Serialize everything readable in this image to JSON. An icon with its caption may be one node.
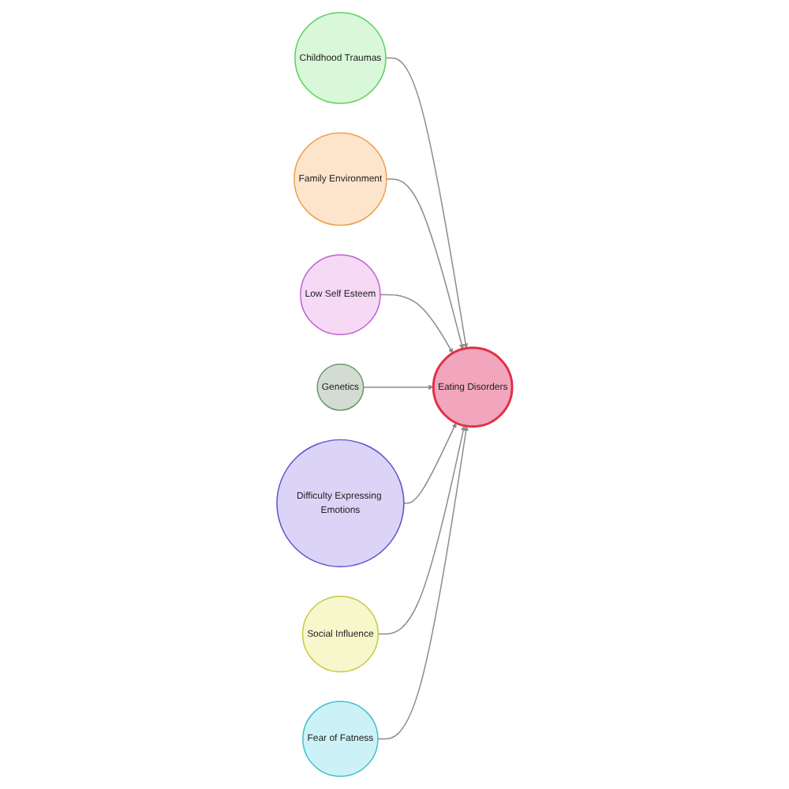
{
  "diagram": {
    "nodes": [
      {
        "text": [
          "Childhood Traumas"
        ]
      },
      {
        "text": [
          "Family Environment"
        ]
      },
      {
        "text": [
          "Low Self Esteem"
        ]
      },
      {
        "text": [
          "Eating Disorders"
        ]
      },
      {
        "text": [
          "Genetics"
        ]
      },
      {
        "text": [
          "Difficulty Expressing Emotions"
        ]
      },
      {
        "text": [
          "Social Influence"
        ]
      },
      {
        "text": [
          "Fear of Fatness"
        ]
      }
    ],
    "edges": [
      {
        "from": 0,
        "to": 3,
        "arrow": "to"
      },
      {
        "from": 1,
        "to": 3,
        "arrow": "to"
      },
      {
        "from": 2,
        "to": 3,
        "arrow": "to"
      },
      {
        "from": 4,
        "to": 3,
        "arrow": "to"
      },
      {
        "from": 5,
        "to": 3,
        "arrow": "to"
      },
      {
        "from": 6,
        "to": 3,
        "arrow": "to"
      },
      {
        "from": 7,
        "to": 3,
        "arrow": "to"
      }
    ]
  }
}
